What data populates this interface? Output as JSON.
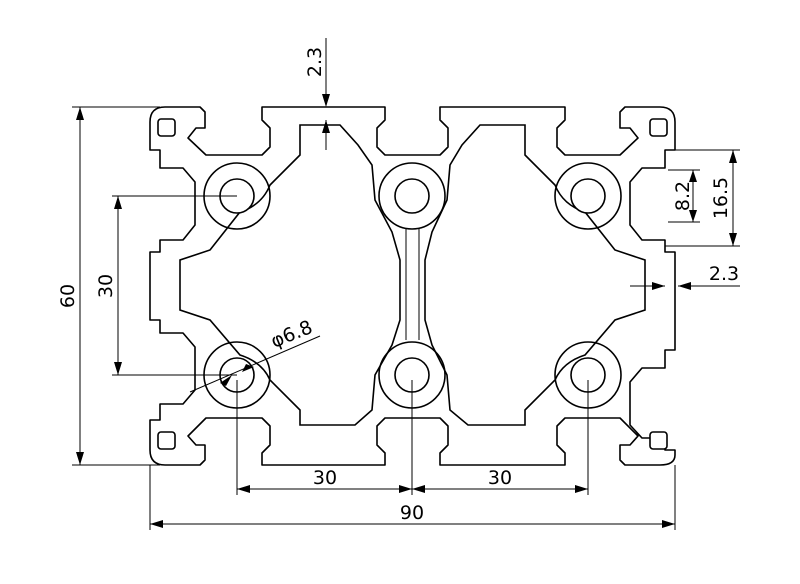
{
  "diagram": {
    "background": "#ffffff",
    "line_color": "#000000",
    "dimensions": {
      "overall_width": "90",
      "overall_height": "60",
      "hole_pitch_vertical": "30",
      "hole_pitch_left": "30",
      "hole_pitch_right": "30",
      "hole_diameter": "φ6.8",
      "wall_top": "2.3",
      "wall_side": "2.3",
      "slot_opening": "8.2",
      "slot_depth": "16.5"
    }
  }
}
